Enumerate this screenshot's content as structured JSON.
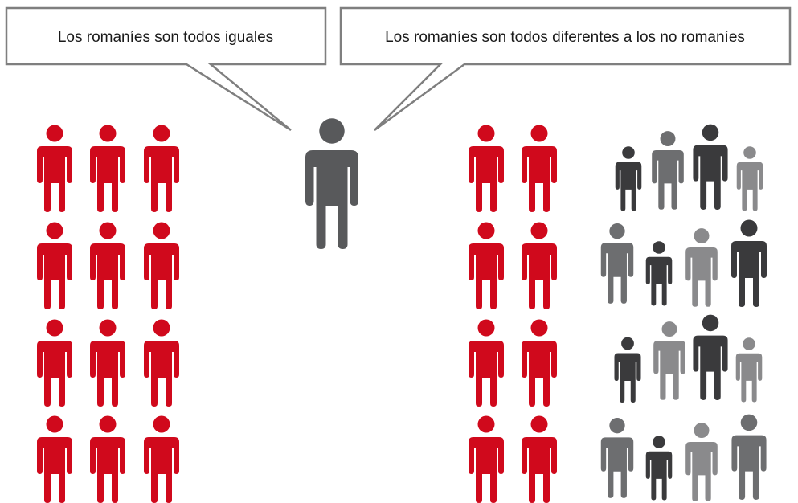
{
  "bubbles": [
    {
      "text": "Los romaníes son todos iguales"
    },
    {
      "text": "Los romaníes son todos diferentes a los no romaníes"
    }
  ],
  "colors": {
    "roma": "#d0091c",
    "speaker": "#58595b",
    "bubble_border": "#7f7f7f",
    "others": [
      "#3a3a3c",
      "#6d6e70",
      "#8a8a8c",
      "#4d4d4f"
    ]
  },
  "icons": {
    "person": "person-icon"
  },
  "groups": {
    "left": {
      "rows": 4,
      "per_row": 3,
      "color_key": "roma"
    },
    "right_roma": {
      "rows": 4,
      "per_row": 2,
      "color_key": "roma"
    },
    "right_others": {
      "rows": 4,
      "per_row": 4,
      "color_key": "others"
    }
  }
}
